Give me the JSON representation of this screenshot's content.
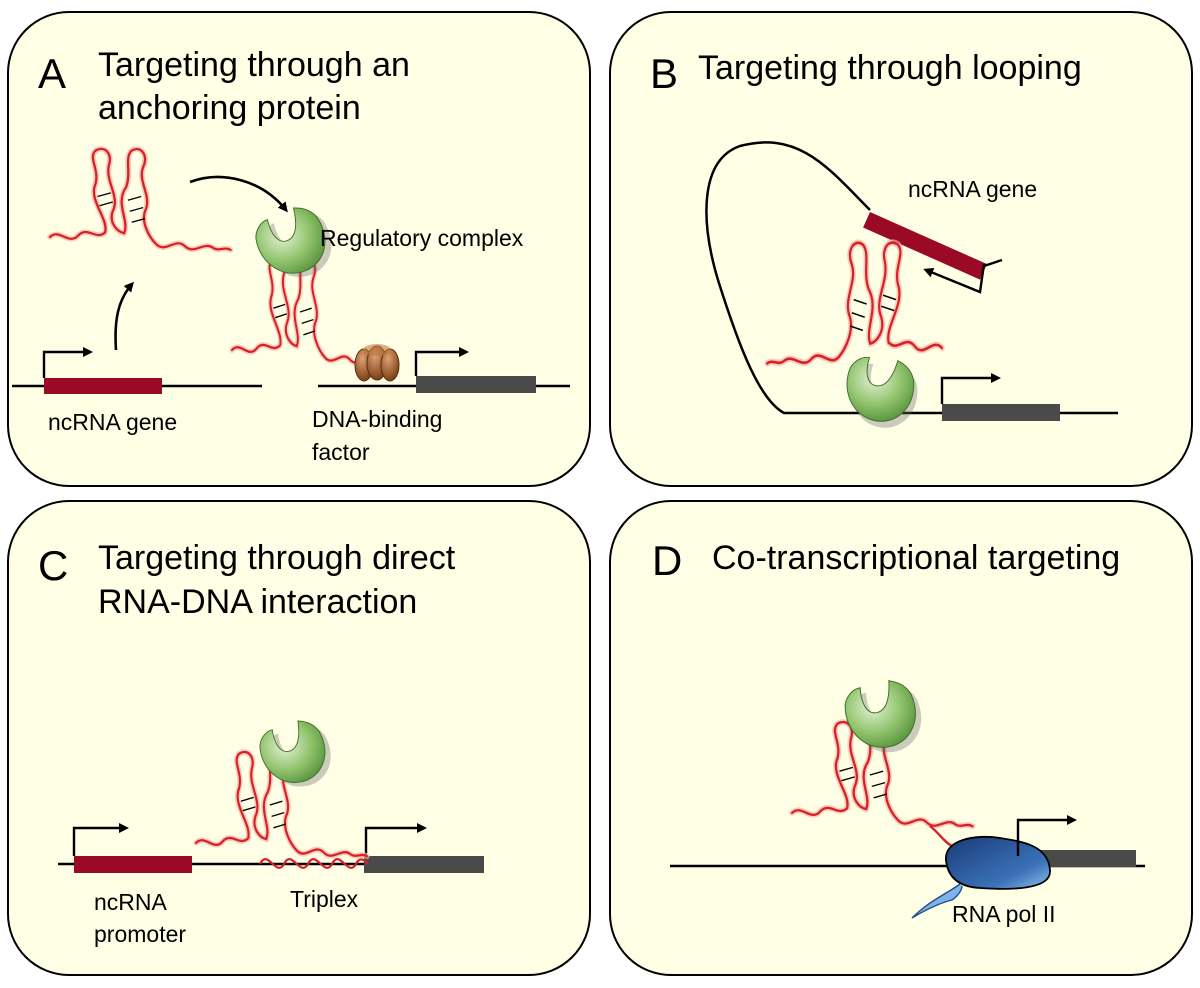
{
  "panels": {
    "a": {
      "letter": "A",
      "title_line1": "Targeting through an",
      "title_line2": "anchoring protein",
      "label_ncrna_gene": "ncRNA gene",
      "label_regulatory_complex": "Regulatory complex",
      "label_dna_binding_1": "DNA-binding",
      "label_dna_binding_2": "factor"
    },
    "b": {
      "letter": "B",
      "title": "Targeting through looping",
      "label_ncrna_gene": "ncRNA gene"
    },
    "c": {
      "letter": "C",
      "title_line1": "Targeting through direct",
      "title_line2": "RNA-DNA interaction",
      "label_ncrna_1": "ncRNA",
      "label_ncrna_2": "promoter",
      "label_triplex": "Triplex"
    },
    "d": {
      "letter": "D",
      "title": "Co-transcriptional targeting",
      "label_pol": "RNA pol II"
    }
  },
  "colors": {
    "panel_bg": "#ffffe6",
    "ncrna_gene": "#9b0a24",
    "target_gene": "#4a4a4a",
    "rna_strand": "#d8202a",
    "complex_green": "#7bb35a",
    "dna_factor": "#9a5a2a",
    "rna_pol": "#2a5a9a"
  }
}
